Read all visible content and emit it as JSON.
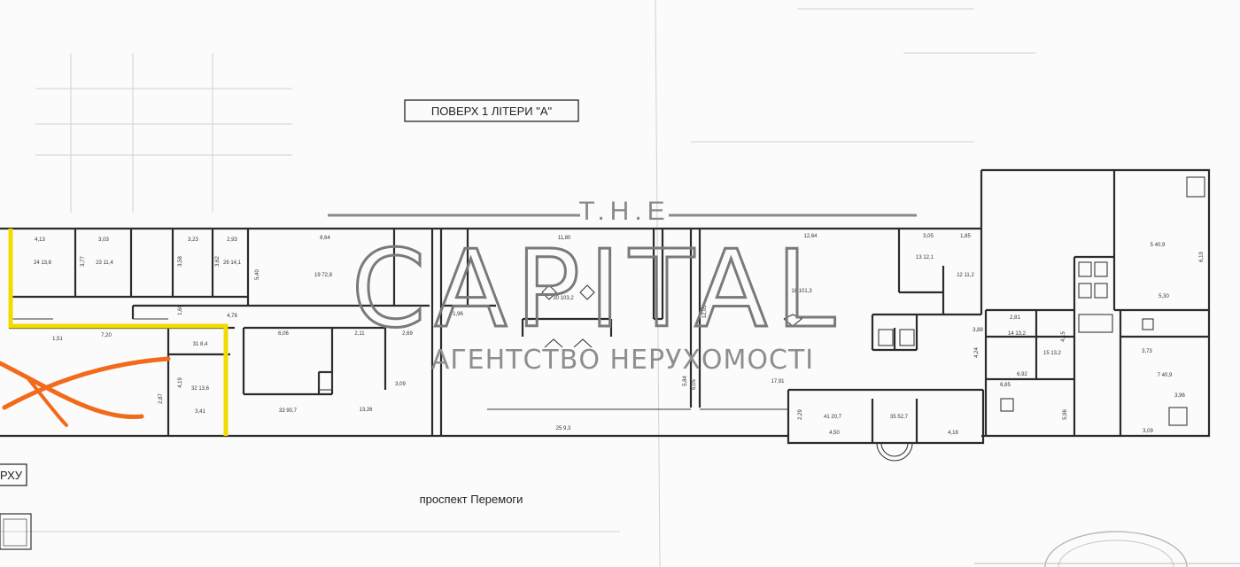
{
  "plan": {
    "floor_title": "ПОВЕРХ 1 ЛІТЕРИ \"А\"",
    "street": "проспект Перемоги",
    "left_edge_label": "РХУ",
    "watermark": {
      "top": "T.H.E",
      "brand": "CAPITAL",
      "subtitle": "АГЕНТСТВО НЕРУХОМОСТІ"
    },
    "dimensions": [
      "4,13",
      "3,03",
      "3,23",
      "2,93",
      "8,64",
      "11,80",
      "12,64",
      "3,05",
      "1,85",
      "3,77",
      "3,58",
      "3,62",
      "5,40",
      "7,20",
      "4,78",
      "1,96",
      "6,06",
      "2,11",
      "2,69",
      "12,03",
      "2,81",
      "3,88",
      "4,24",
      "6,92",
      "4,15",
      "2,87",
      "4,19",
      "3,41",
      "3,09",
      "13,26",
      "6,05",
      "5,84",
      "17,91",
      "2,29",
      "4,50",
      "4,18",
      "3,73",
      "6,19",
      "5,30",
      "3,96",
      "3,09",
      "6,85",
      "1,51",
      "1,60",
      "5,96"
    ],
    "rooms": [
      "24 13,6",
      "23 11,4",
      "26 14,1",
      "31 8,4",
      "32 13,6",
      "19 72,8",
      "33 90,7",
      "30 103,2",
      "25 9,3",
      "18 101,3",
      "13 12,1",
      "12 11,2",
      "14 13,2",
      "15 13,2",
      "5 40,9",
      "7 40,9",
      "41 20,7",
      "35 52,7"
    ]
  }
}
